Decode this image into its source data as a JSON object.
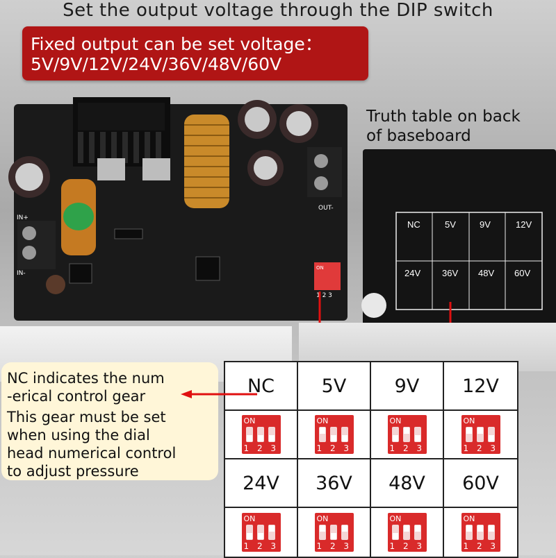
{
  "headline": "Set the output voltage through the DIP switch",
  "banner": {
    "line1": "Fixed output can be set voltage：",
    "line2": "5V/9V/12V/24V/36V/48V/60V"
  },
  "truth_label": {
    "line1": "Truth table on back",
    "line2": "of baseboard"
  },
  "callout": {
    "line1": "NC indicates the num",
    "line2": "-erical control gear",
    "line3": "This gear must be set",
    "line4": "when using the dial",
    "line5": "head numerical control",
    "line6": "to adjust pressure"
  },
  "board_text": {
    "dip_on": "ON",
    "dip_nums": "1 2 3",
    "out_label": "OUT-",
    "in_plus": "IN+",
    "in_minus": "IN-"
  },
  "table": {
    "on_label": "ON",
    "switch_numbers": "1 2 3",
    "headers_row1": [
      "NC",
      "5V",
      "9V",
      "12V"
    ],
    "headers_row2": [
      "24V",
      "36V",
      "48V",
      "60V"
    ],
    "switch_states_row1": [
      [
        "down",
        "down",
        "down"
      ],
      [
        "up",
        "down",
        "down"
      ],
      [
        "down",
        "up",
        "down"
      ],
      [
        "up",
        "up",
        "down"
      ]
    ],
    "switch_states_row2": [
      [
        "down",
        "down",
        "up"
      ],
      [
        "up",
        "down",
        "up"
      ],
      [
        "down",
        "up",
        "up"
      ],
      [
        "up",
        "up",
        "up"
      ]
    ]
  },
  "colors": {
    "banner_red": "#b01515",
    "arrow_red": "#e01010",
    "dip_red": "#d92a2a",
    "callout_bg": "#fff6d8",
    "pcb_black": "#1a1a1a"
  }
}
